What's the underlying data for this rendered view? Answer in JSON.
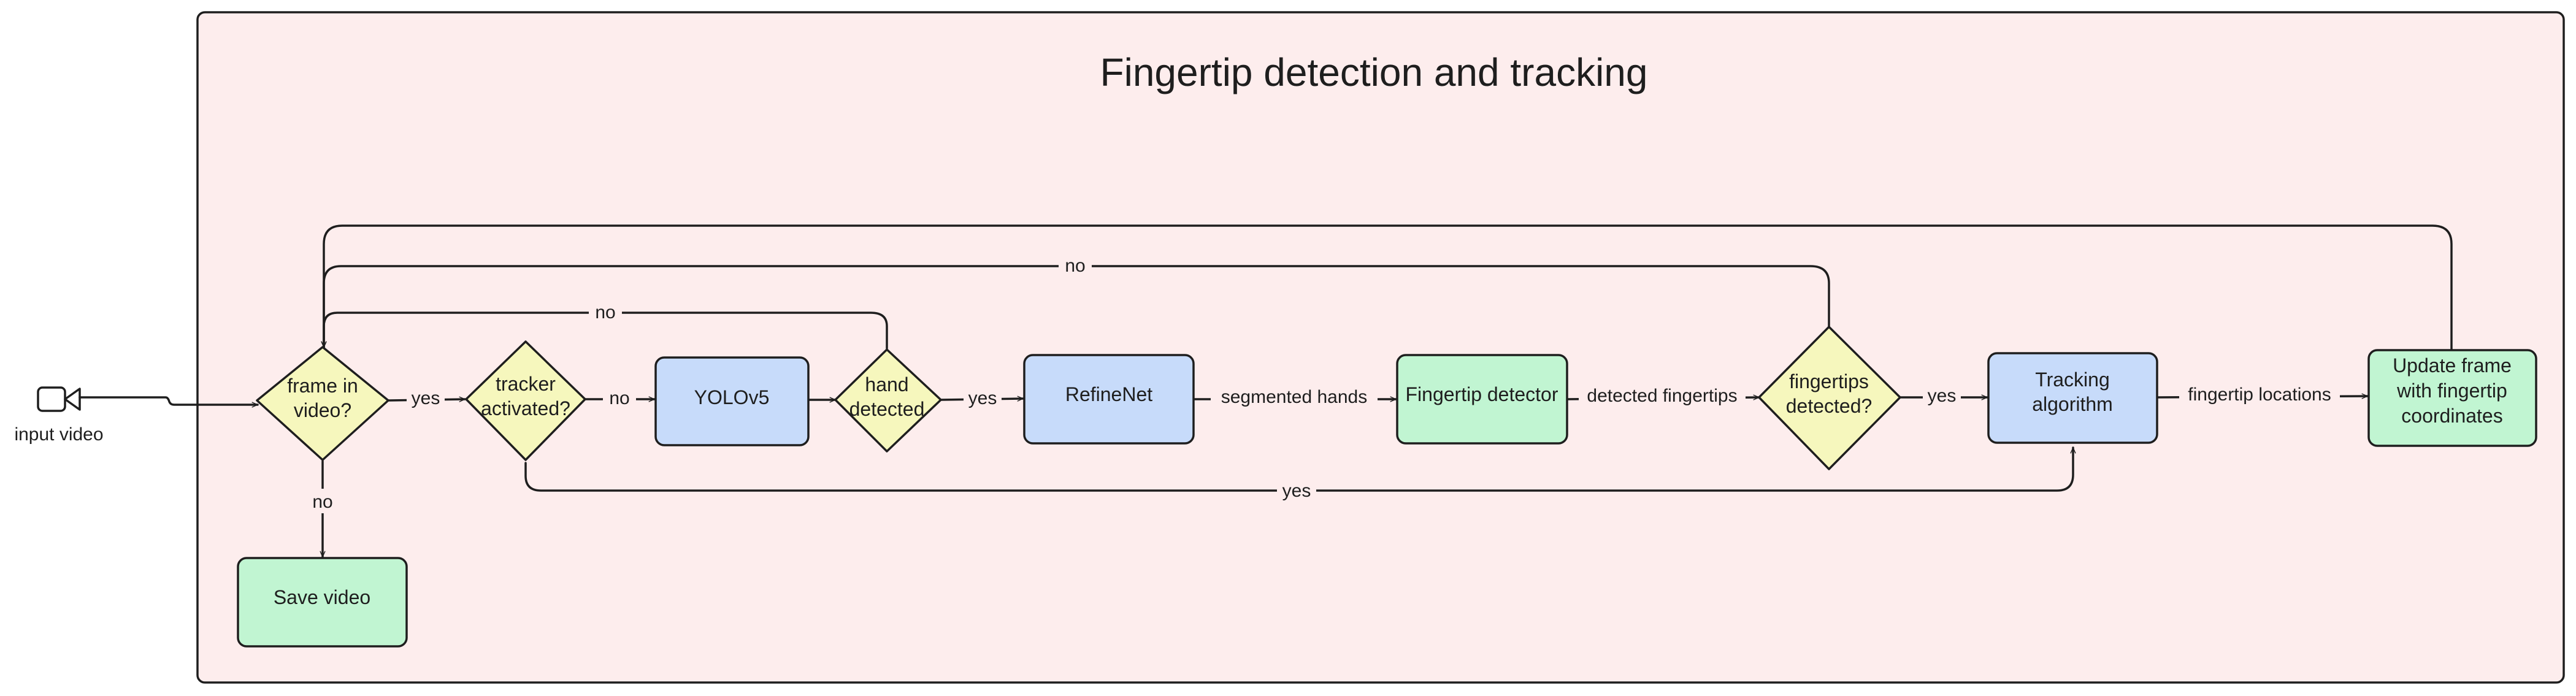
{
  "diagram": {
    "title": "Fingertip detection and tracking",
    "input_label": "input video",
    "colors": {
      "container_fill": "#fdeded",
      "decision_fill": "#f6f7bd",
      "process_blue": "#c7dbfa",
      "process_green": "#c1f5d2",
      "stroke": "#1e1e1e"
    },
    "icons": {
      "input": "video-camera-icon"
    },
    "nodes": {
      "frame_in_video": {
        "lines": [
          "frame in",
          "video?"
        ],
        "shape": "decision"
      },
      "tracker_activated": {
        "lines": [
          "tracker",
          "activated?"
        ],
        "shape": "decision"
      },
      "yolov5": {
        "lines": [
          "YOLOv5"
        ],
        "shape": "process",
        "color": "blue"
      },
      "hand_detected": {
        "lines": [
          "hand",
          "detected"
        ],
        "shape": "decision"
      },
      "refinenet": {
        "lines": [
          "RefineNet"
        ],
        "shape": "process",
        "color": "blue"
      },
      "fingertip_detector": {
        "lines": [
          "Fingertip detector"
        ],
        "shape": "process",
        "color": "green"
      },
      "fingertips_detected": {
        "lines": [
          "fingertips",
          "detected?"
        ],
        "shape": "decision"
      },
      "tracking_algorithm": {
        "lines": [
          "Tracking",
          "algorithm"
        ],
        "shape": "process",
        "color": "blue"
      },
      "update_frame": {
        "lines": [
          "Update frame",
          "with fingertip",
          "coordinates"
        ],
        "shape": "process",
        "color": "green"
      },
      "save_video": {
        "lines": [
          "Save video"
        ],
        "shape": "process",
        "color": "green"
      }
    },
    "edges": {
      "input_to_frame": {
        "from": "input video",
        "to": "frame in video?",
        "label": ""
      },
      "frame_yes": {
        "from": "frame in video?",
        "to": "tracker activated?",
        "label": "yes"
      },
      "frame_no": {
        "from": "frame in video?",
        "to": "Save video",
        "label": "no"
      },
      "tracker_no": {
        "from": "tracker activated?",
        "to": "YOLOv5",
        "label": "no"
      },
      "tracker_yes": {
        "from": "tracker activated?",
        "to": "Tracking algorithm",
        "label": "yes"
      },
      "yolo_to_hand": {
        "from": "YOLOv5",
        "to": "hand detected",
        "label": ""
      },
      "hand_yes": {
        "from": "hand detected",
        "to": "RefineNet",
        "label": "yes"
      },
      "hand_no": {
        "from": "hand detected",
        "to": "frame in video?",
        "label": "no"
      },
      "refine_to_detector": {
        "from": "RefineNet",
        "to": "Fingertip detector",
        "label": "segmented hands"
      },
      "detector_to_decision": {
        "from": "Fingertip detector",
        "to": "fingertips detected?",
        "label": "detected fingertips"
      },
      "fingertips_yes": {
        "from": "fingertips detected?",
        "to": "Tracking algorithm",
        "label": "yes"
      },
      "fingertips_no": {
        "from": "fingertips detected?",
        "to": "frame in video?",
        "label": "no"
      },
      "tracking_to_update": {
        "from": "Tracking algorithm",
        "to": "Update frame with fingertip coordinates",
        "label": "fingertip locations"
      },
      "update_loop": {
        "from": "Update frame with fingertip coordinates",
        "to": "frame in video?",
        "label": ""
      }
    }
  }
}
